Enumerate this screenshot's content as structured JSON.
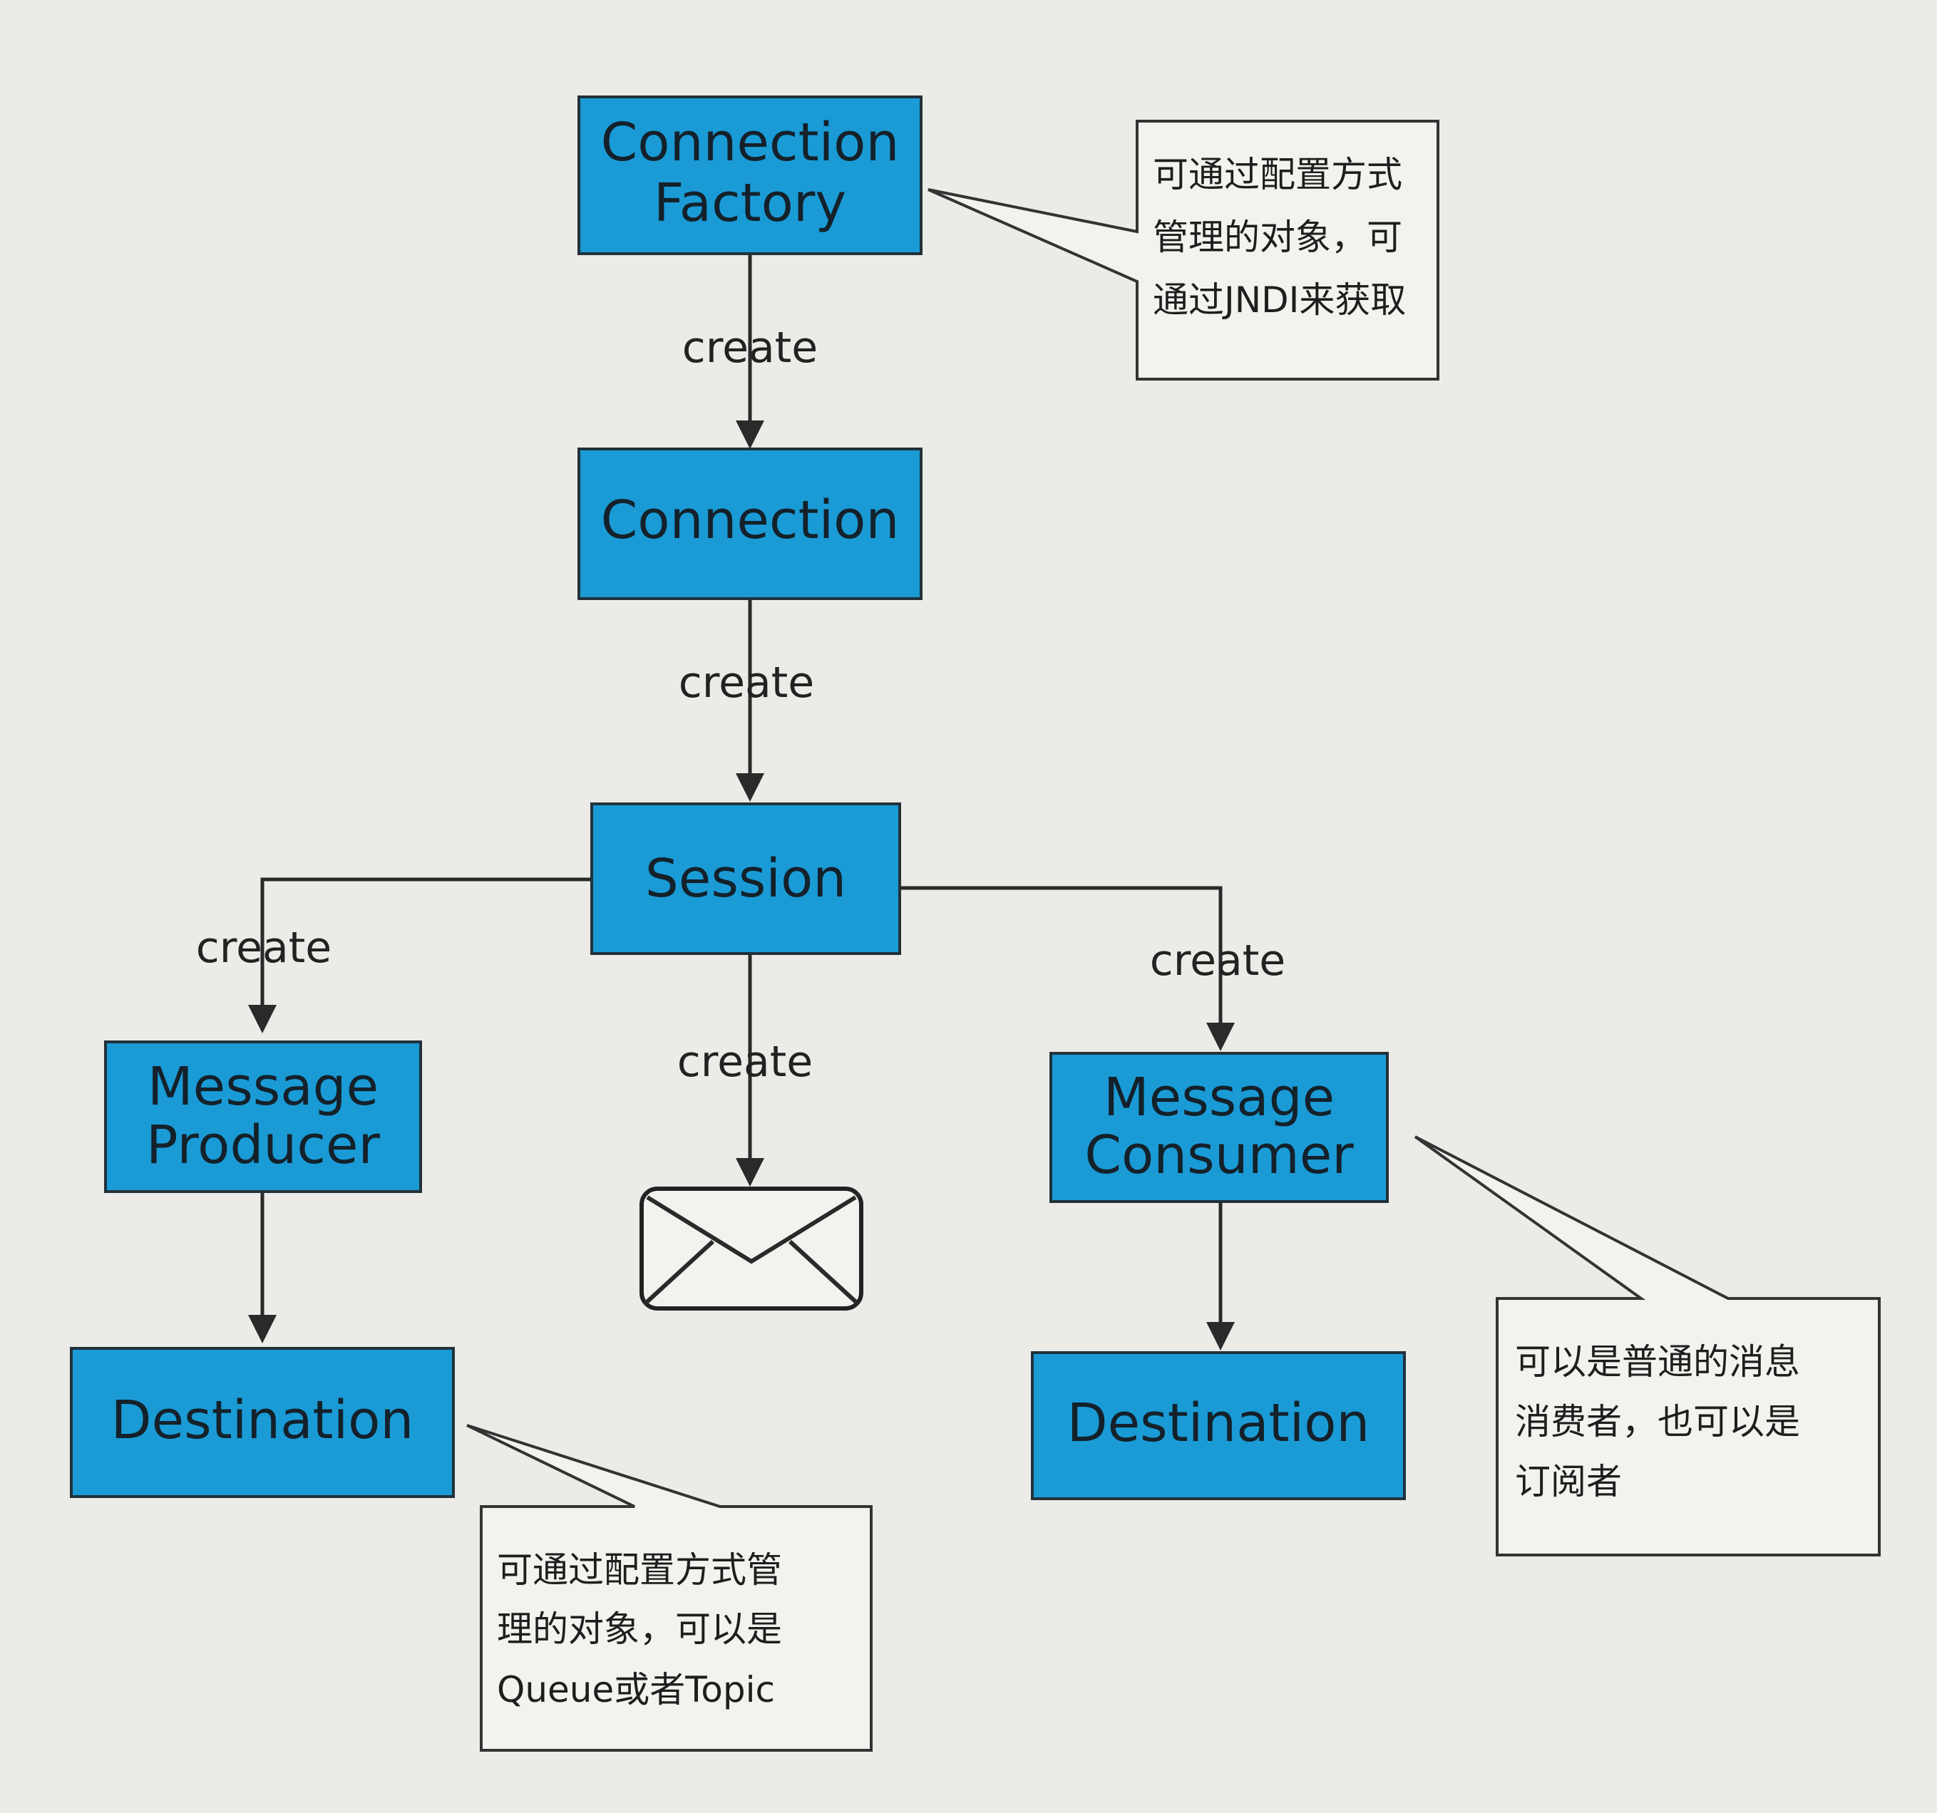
{
  "nodes": {
    "connection_factory": [
      "Connection",
      "Factory"
    ],
    "connection": [
      "Connection"
    ],
    "session": [
      "Session"
    ],
    "message_producer": [
      "Message",
      "Producer"
    ],
    "message_consumer": [
      "Message",
      "Consumer"
    ],
    "destination_left": [
      "Destination"
    ],
    "destination_right": [
      "Destination"
    ]
  },
  "edge_labels": {
    "factory_to_connection": "create",
    "connection_to_session": "create",
    "session_to_producer": "create",
    "session_to_message": "create",
    "session_to_consumer": "create"
  },
  "notes": {
    "factory": [
      "可通过配置方式",
      "管理的对象，可",
      "通过JNDI来获取"
    ],
    "destination": [
      "可通过配置方式管",
      "理的对象，可以是",
      "Queue或者Topic"
    ],
    "consumer": [
      "可以是普通的消息",
      "消费者，也可以是",
      "订阅者"
    ]
  },
  "colors": {
    "box_fill": "#1a9bd6",
    "background": "#ecebe7"
  },
  "icons": {
    "message": "envelope-icon"
  }
}
